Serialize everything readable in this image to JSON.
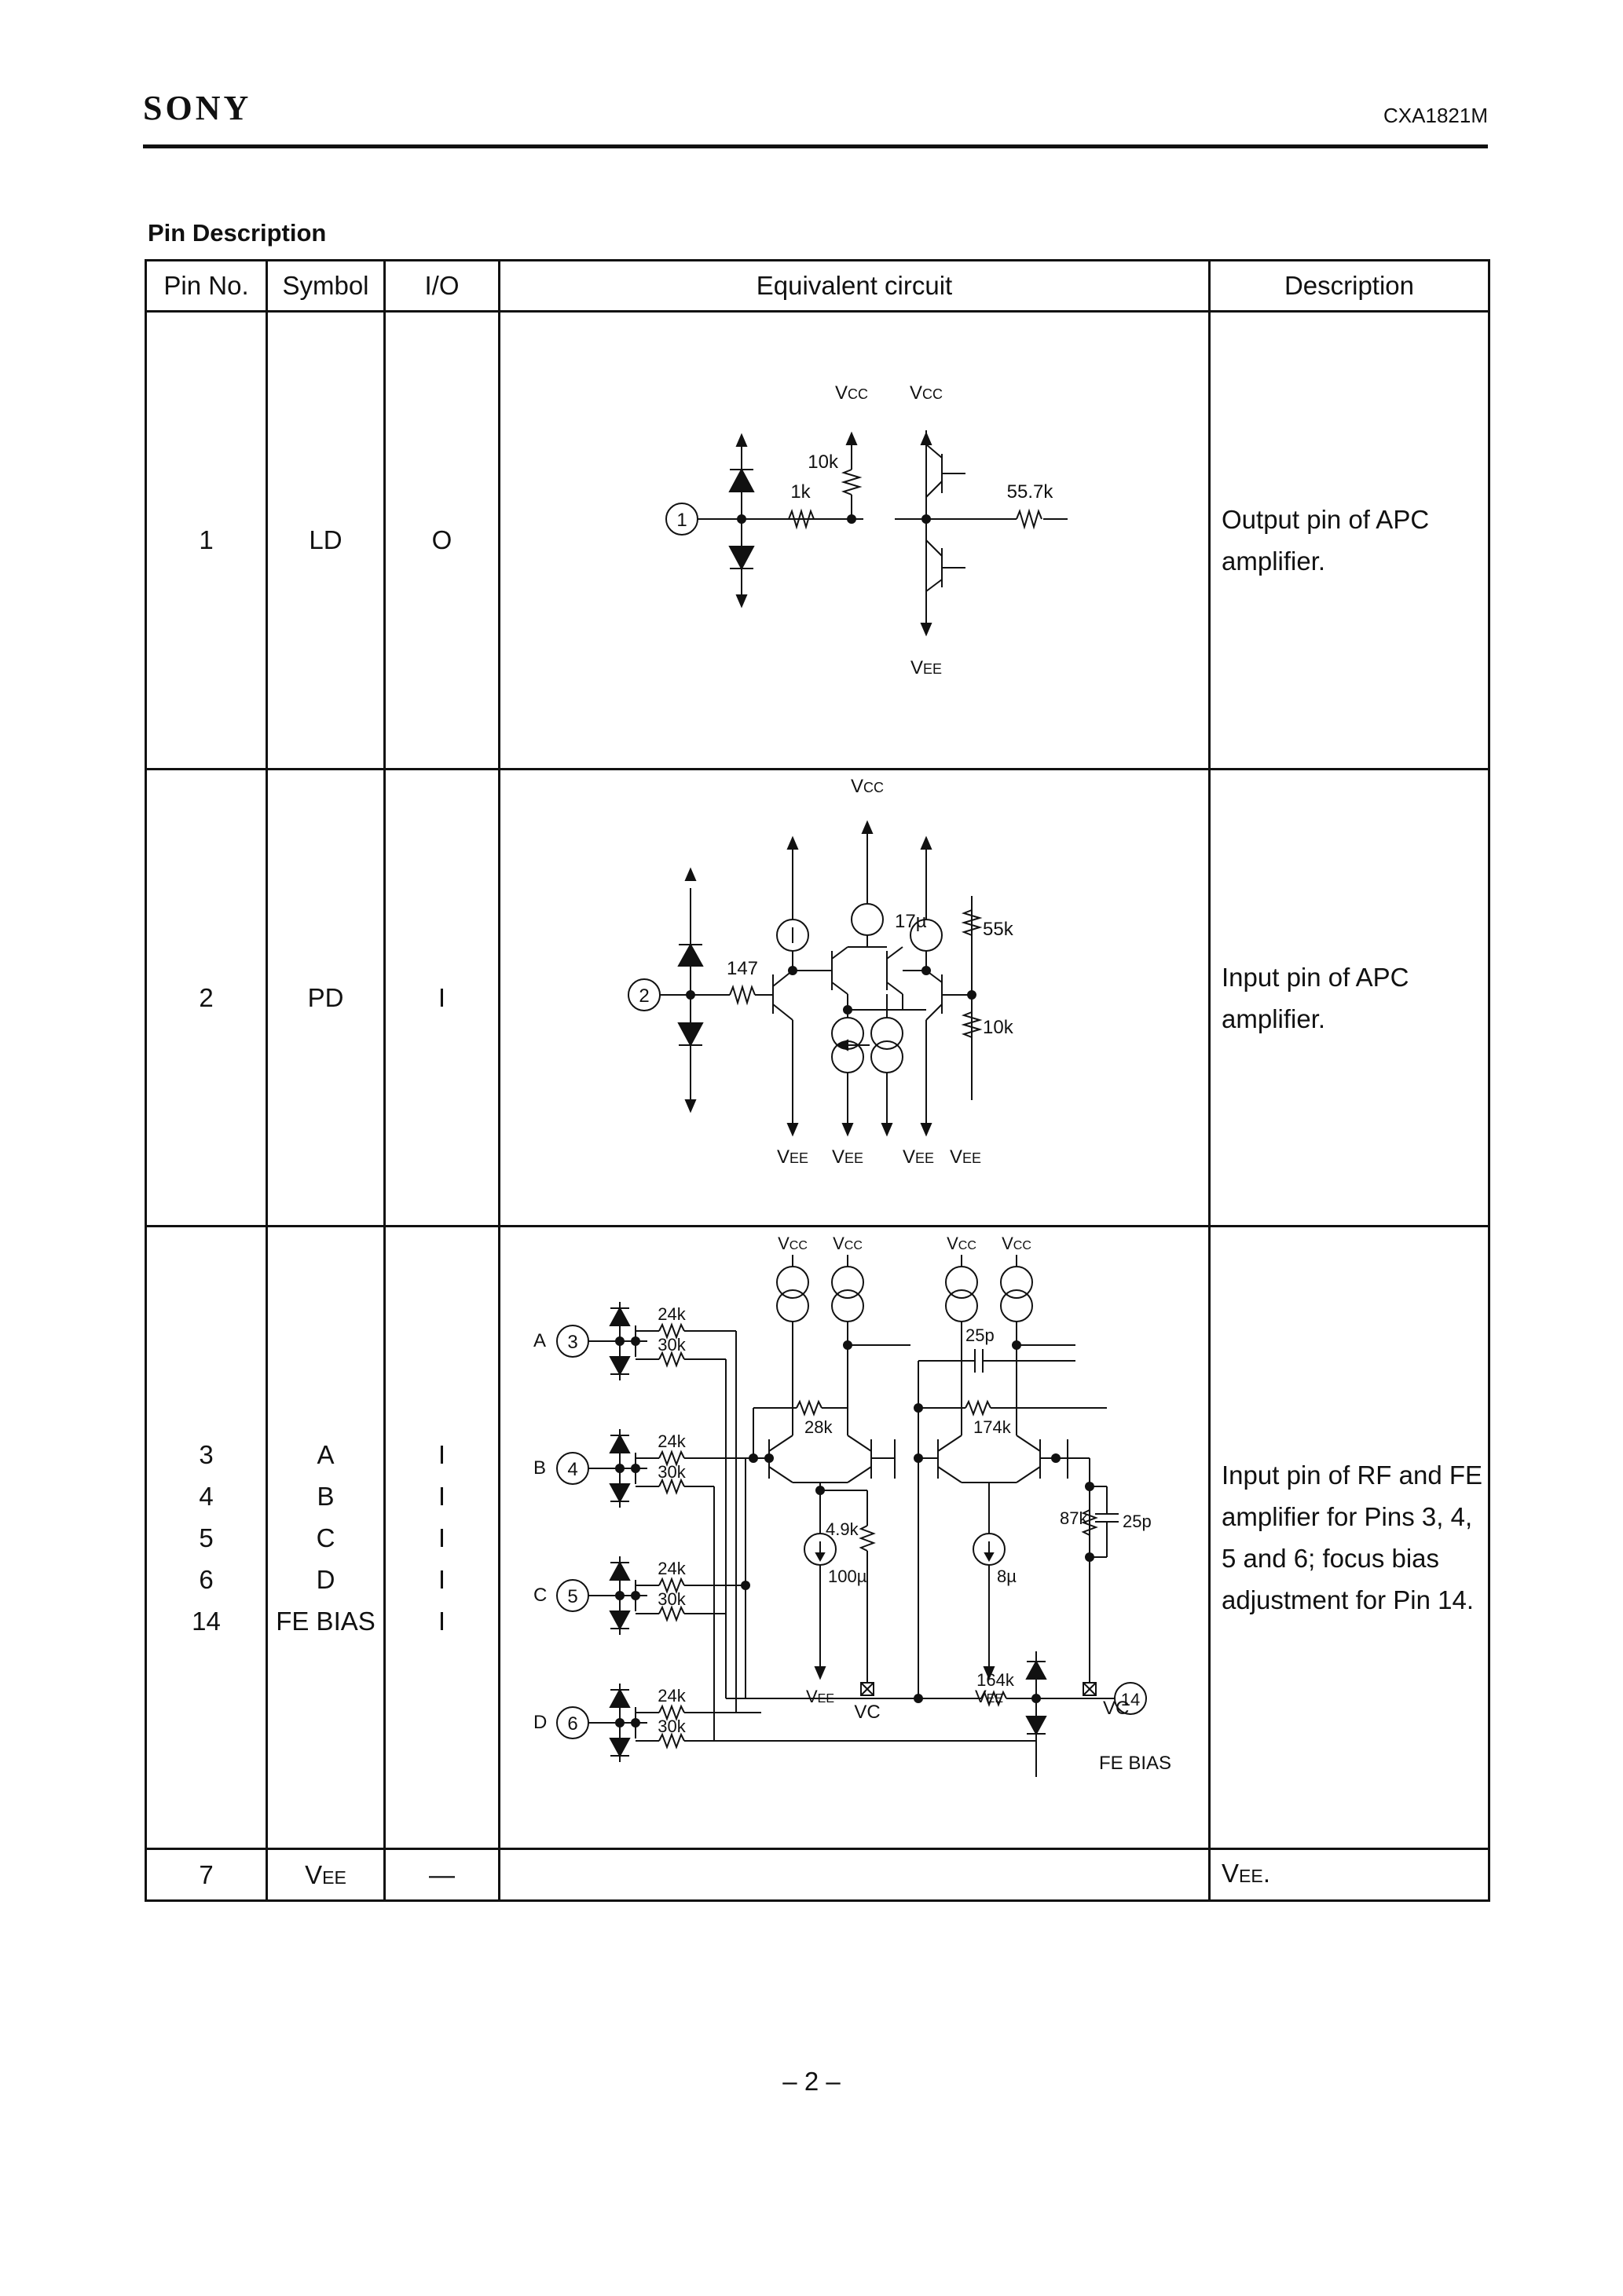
{
  "header": {
    "brand": "SONY",
    "part_number": "CXA1821M"
  },
  "section_title": "Pin Description",
  "table": {
    "headers": [
      "Pin No.",
      "Symbol",
      "I/O",
      "Equivalent circuit",
      "Description"
    ],
    "rows": [
      {
        "pin": "1",
        "symbol": "LD",
        "io": "O",
        "description": "Output pin of APC amplifier."
      },
      {
        "pin": "2",
        "symbol": "PD",
        "io": "I",
        "description": "Input pin of APC amplifier."
      },
      {
        "pin_lines": [
          "3",
          "4",
          "5",
          "6",
          "14"
        ],
        "symbol_lines": [
          "A",
          "B",
          "C",
          "D",
          "FE BIAS"
        ],
        "io_lines": [
          "I",
          "I",
          "I",
          "I",
          "I"
        ],
        "description": "Input pin of RF and FE amplifier for Pins 3, 4, 5 and 6; focus bias adjustment for Pin 14."
      },
      {
        "pin": "7",
        "symbol_main": "V",
        "symbol_sub": "EE",
        "io": "—",
        "desc_main": "V",
        "desc_sub": "EE",
        "desc_tail": "."
      }
    ]
  },
  "circuit_labels": {
    "vcc": "VCC",
    "vee": "VEE",
    "vc": "VC",
    "fe_bias": "FE BIAS",
    "c1": {
      "pin": "1",
      "r1": "1k",
      "r2": "10k",
      "r3": "55.7k"
    },
    "c2": {
      "pin": "2",
      "r1": "147",
      "r2": "55k",
      "r3": "10k",
      "i1": "17µ"
    },
    "c3": {
      "inputs": [
        {
          "name": "A",
          "pin": "3"
        },
        {
          "name": "B",
          "pin": "4"
        },
        {
          "name": "C",
          "pin": "5"
        },
        {
          "name": "D",
          "pin": "6"
        }
      ],
      "r24": "24k",
      "r30": "30k",
      "r28": "28k",
      "r174": "174k",
      "c25": "25p",
      "r4_9": "4.9k",
      "i100": "100µ",
      "i8": "8µ",
      "r87": "87k",
      "r164": "164k",
      "pin14": "14"
    }
  },
  "page_number": "– 2 –"
}
